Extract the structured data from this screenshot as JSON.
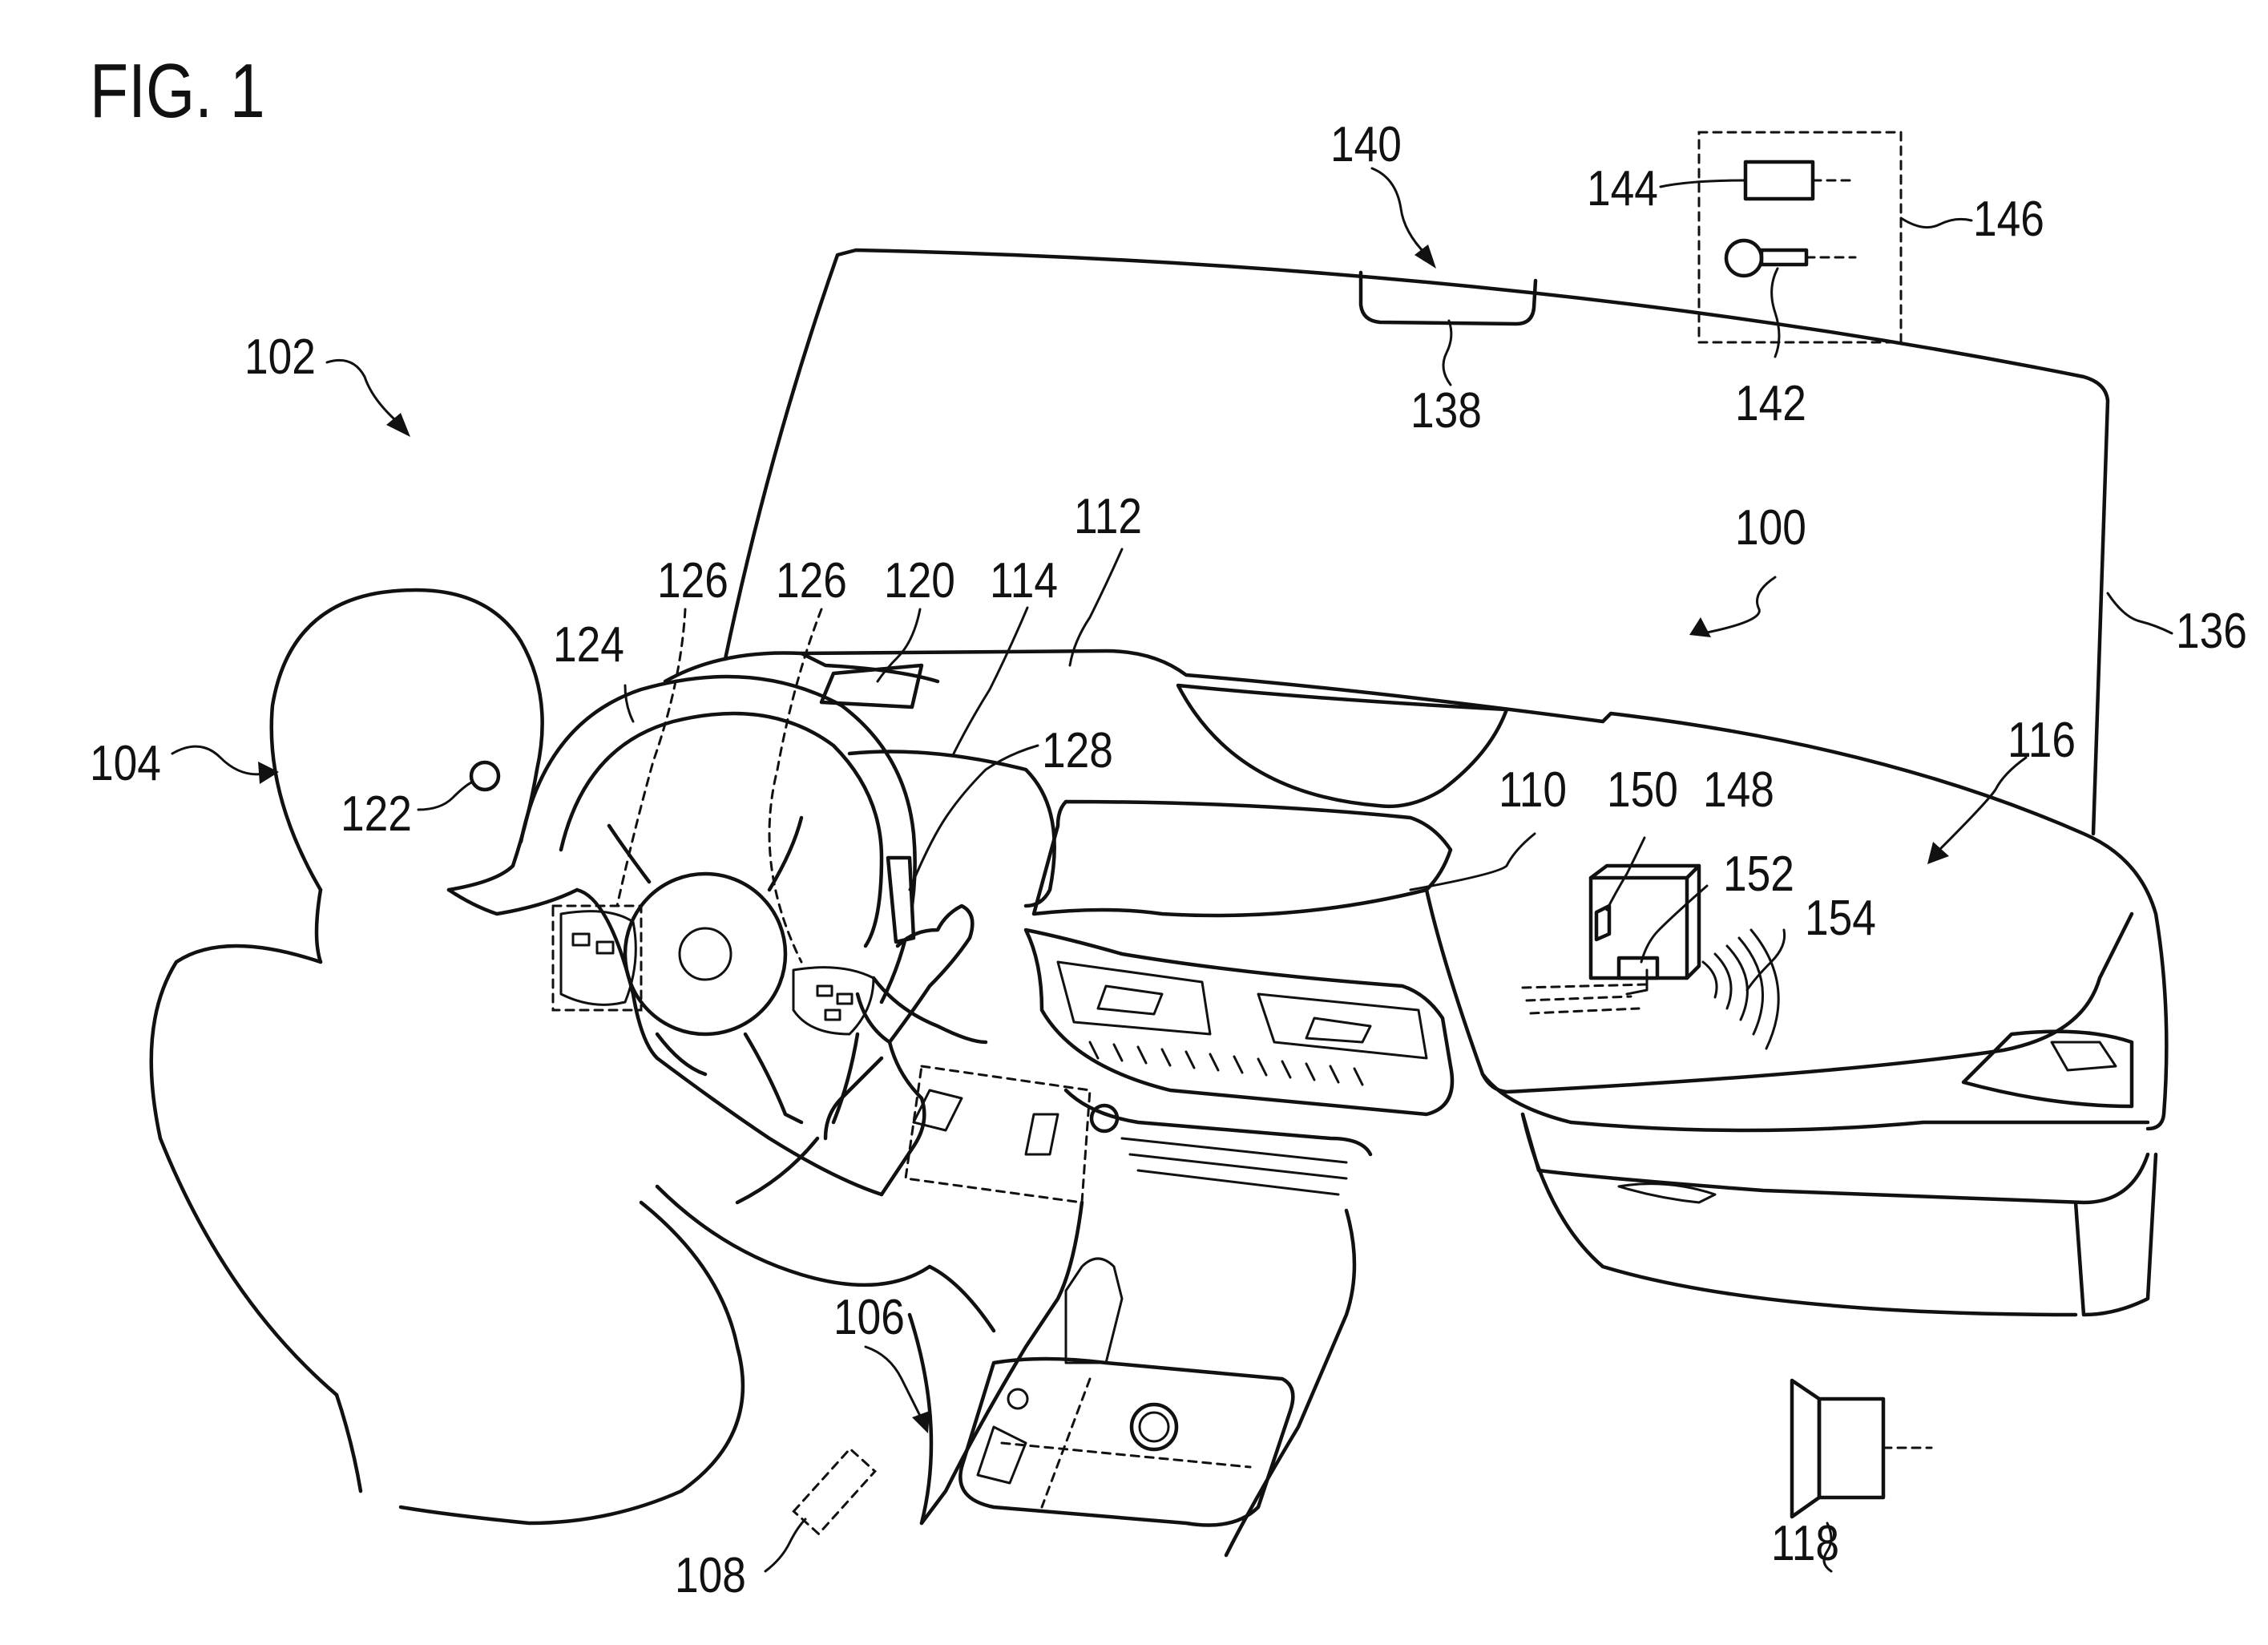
{
  "figure": {
    "title": "FIG. 1",
    "labels": [
      {
        "id": "ref-100",
        "text": "100"
      },
      {
        "id": "ref-102",
        "text": "102"
      },
      {
        "id": "ref-104",
        "text": "104"
      },
      {
        "id": "ref-106",
        "text": "106"
      },
      {
        "id": "ref-108",
        "text": "108"
      },
      {
        "id": "ref-110",
        "text": "110"
      },
      {
        "id": "ref-112",
        "text": "112"
      },
      {
        "id": "ref-114",
        "text": "114"
      },
      {
        "id": "ref-116",
        "text": "116"
      },
      {
        "id": "ref-118",
        "text": "118"
      },
      {
        "id": "ref-120",
        "text": "120"
      },
      {
        "id": "ref-122",
        "text": "122"
      },
      {
        "id": "ref-124",
        "text": "124"
      },
      {
        "id": "ref-126a",
        "text": "126"
      },
      {
        "id": "ref-126b",
        "text": "126"
      },
      {
        "id": "ref-128",
        "text": "128"
      },
      {
        "id": "ref-136",
        "text": "136"
      },
      {
        "id": "ref-138",
        "text": "138"
      },
      {
        "id": "ref-140",
        "text": "140"
      },
      {
        "id": "ref-142",
        "text": "142"
      },
      {
        "id": "ref-144",
        "text": "144"
      },
      {
        "id": "ref-146",
        "text": "146"
      },
      {
        "id": "ref-148",
        "text": "148"
      },
      {
        "id": "ref-150",
        "text": "150"
      },
      {
        "id": "ref-152",
        "text": "152"
      },
      {
        "id": "ref-154",
        "text": "154"
      }
    ]
  }
}
